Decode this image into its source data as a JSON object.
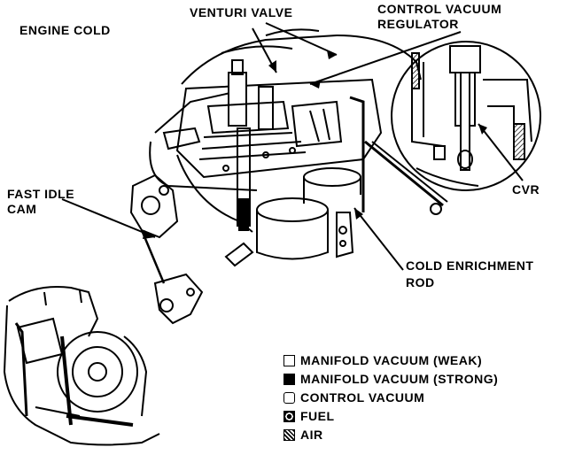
{
  "labels": {
    "engine_state": "ENGINE COLD",
    "venturi_valve": "VENTURI VALVE",
    "cvr_title_line1": "CONTROL VACUUM",
    "cvr_title_line2": "REGULATOR",
    "cvr": "CVR",
    "fast_idle_line1": "FAST IDLE",
    "fast_idle_line2": "CAM",
    "cold_enrich_line1": "COLD ENRICHMENT",
    "cold_enrich_line2": "ROD"
  },
  "legend": [
    {
      "label": "MANIFOLD VACUUM (WEAK)",
      "swatch": "white-square"
    },
    {
      "label": "MANIFOLD VACUUM (STRONG)",
      "swatch": "black-square"
    },
    {
      "label": "CONTROL VACUUM",
      "swatch": "white-rounded"
    },
    {
      "label": "FUEL",
      "swatch": "dotted"
    },
    {
      "label": "AIR",
      "swatch": "hatched"
    }
  ]
}
